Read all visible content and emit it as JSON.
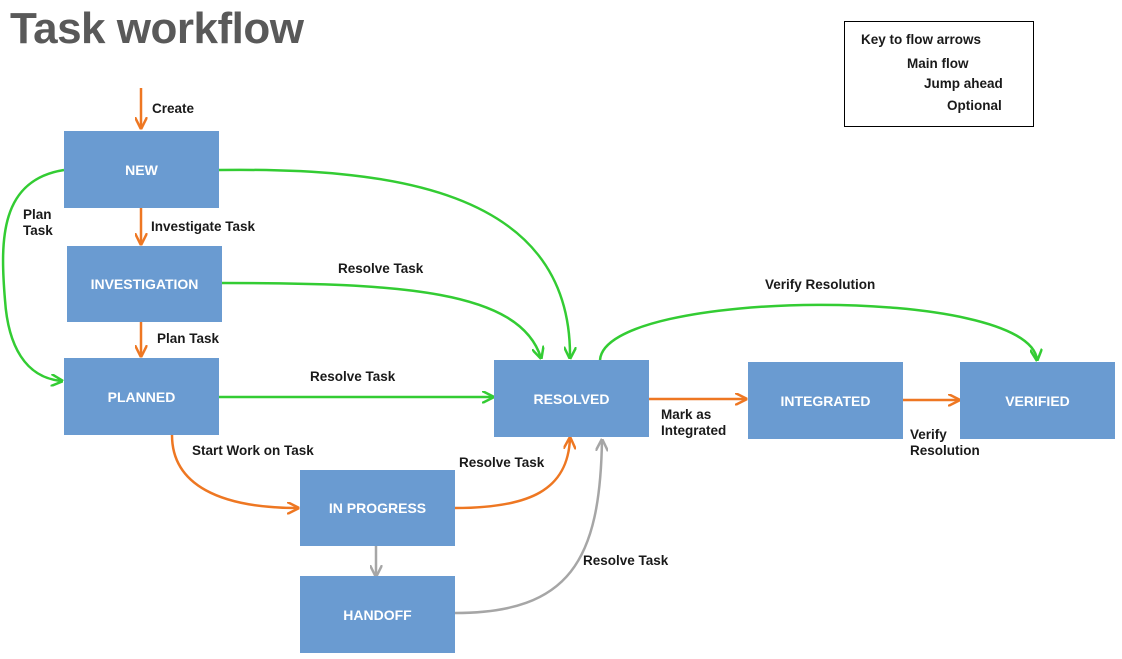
{
  "title": "Task workflow",
  "colors": {
    "main_flow": "#ee7722",
    "jump_ahead": "#33cc33",
    "optional": "#a6a6a6",
    "node_fill": "#6a9bd1",
    "node_text": "#ffffff"
  },
  "nodes": {
    "new": "NEW",
    "investigation": "INVESTIGATION",
    "planned": "PLANNED",
    "in_progress": "IN PROGRESS",
    "handoff": "HANDOFF",
    "resolved": "RESOLVED",
    "integrated": "INTEGRATED",
    "verified": "VERIFIED"
  },
  "edge_labels": {
    "create": "Create",
    "investigate_task": "Investigate Task",
    "plan_task_left": "Plan\nTask",
    "plan_task": "Plan Task",
    "resolve_task_investigation": "Resolve Task",
    "resolve_task_planned": "Resolve Task",
    "start_work": "Start Work on Task",
    "resolve_task_in_progress": "Resolve Task",
    "resolve_task_handoff": "Resolve Task",
    "verify_resolution_top": "Verify Resolution",
    "mark_integrated": "Mark as\nIntegrated",
    "verify_resolution_bottom": "Verify\nResolution"
  },
  "legend": {
    "title": "Key to flow arrows",
    "main_flow": "Main flow",
    "jump_ahead": "Jump ahead",
    "optional": "Optional"
  }
}
